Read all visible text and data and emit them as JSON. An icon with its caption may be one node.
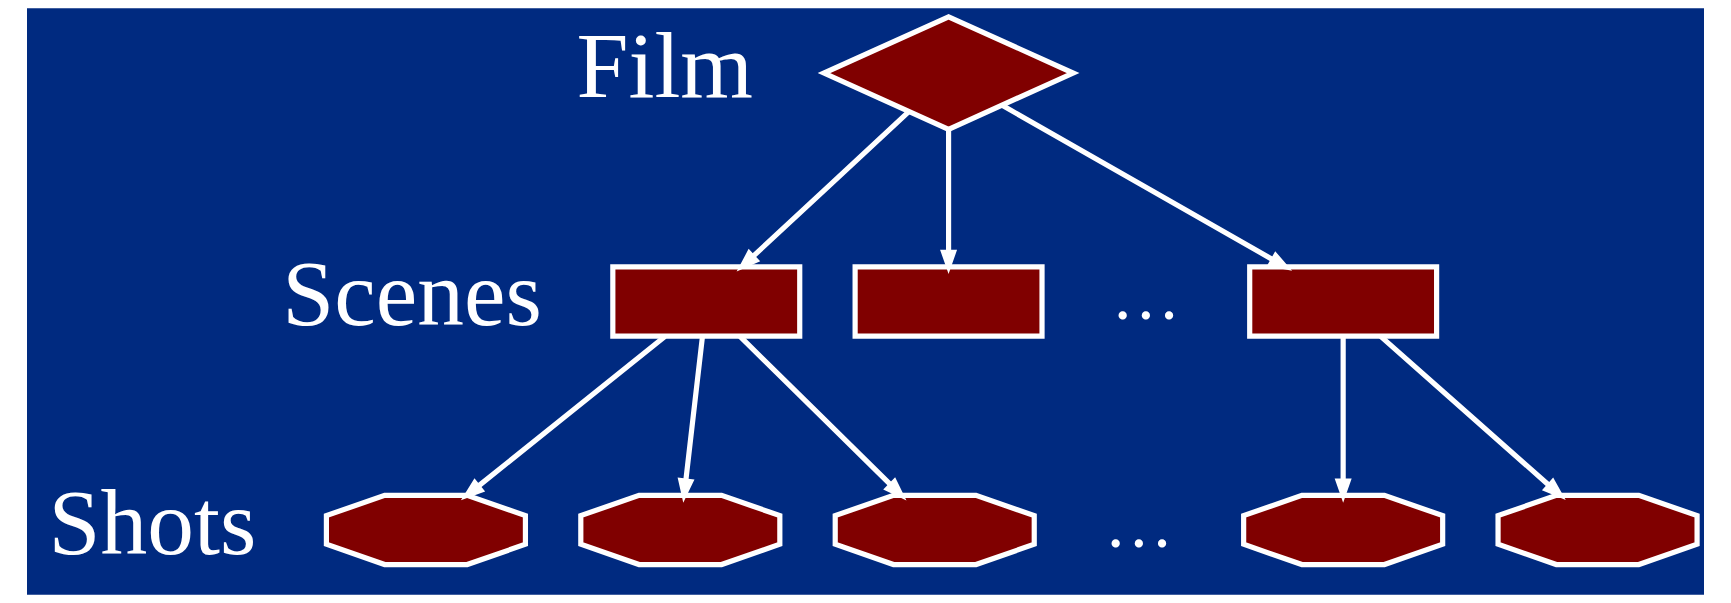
{
  "diagram": {
    "nodes": [
      {
        "text": [],
        "shape": "diamond"
      },
      {
        "text": [],
        "shape": "box"
      },
      {
        "text": [],
        "shape": "box"
      },
      {
        "text": [],
        "shape": "box"
      },
      {
        "text": [],
        "shape": "octagon"
      },
      {
        "text": [],
        "shape": "octagon"
      },
      {
        "text": [],
        "shape": "octagon"
      },
      {
        "text": [],
        "shape": "octagon"
      },
      {
        "text": [],
        "shape": "octagon"
      }
    ],
    "edges": [
      {
        "from": 0,
        "to": 1,
        "arrow": "to"
      },
      {
        "from": 0,
        "to": 2,
        "arrow": "to"
      },
      {
        "from": 0,
        "to": 3,
        "arrow": "to"
      },
      {
        "from": 1,
        "to": 4,
        "arrow": "to"
      },
      {
        "from": 1,
        "to": 5,
        "arrow": "to"
      },
      {
        "from": 1,
        "to": 6,
        "arrow": "to"
      },
      {
        "from": 3,
        "to": 7,
        "arrow": "to"
      },
      {
        "from": 3,
        "to": 8,
        "arrow": "to"
      }
    ],
    "labels": [
      "Film",
      "Scenes",
      "…",
      "Shots",
      "…"
    ]
  }
}
